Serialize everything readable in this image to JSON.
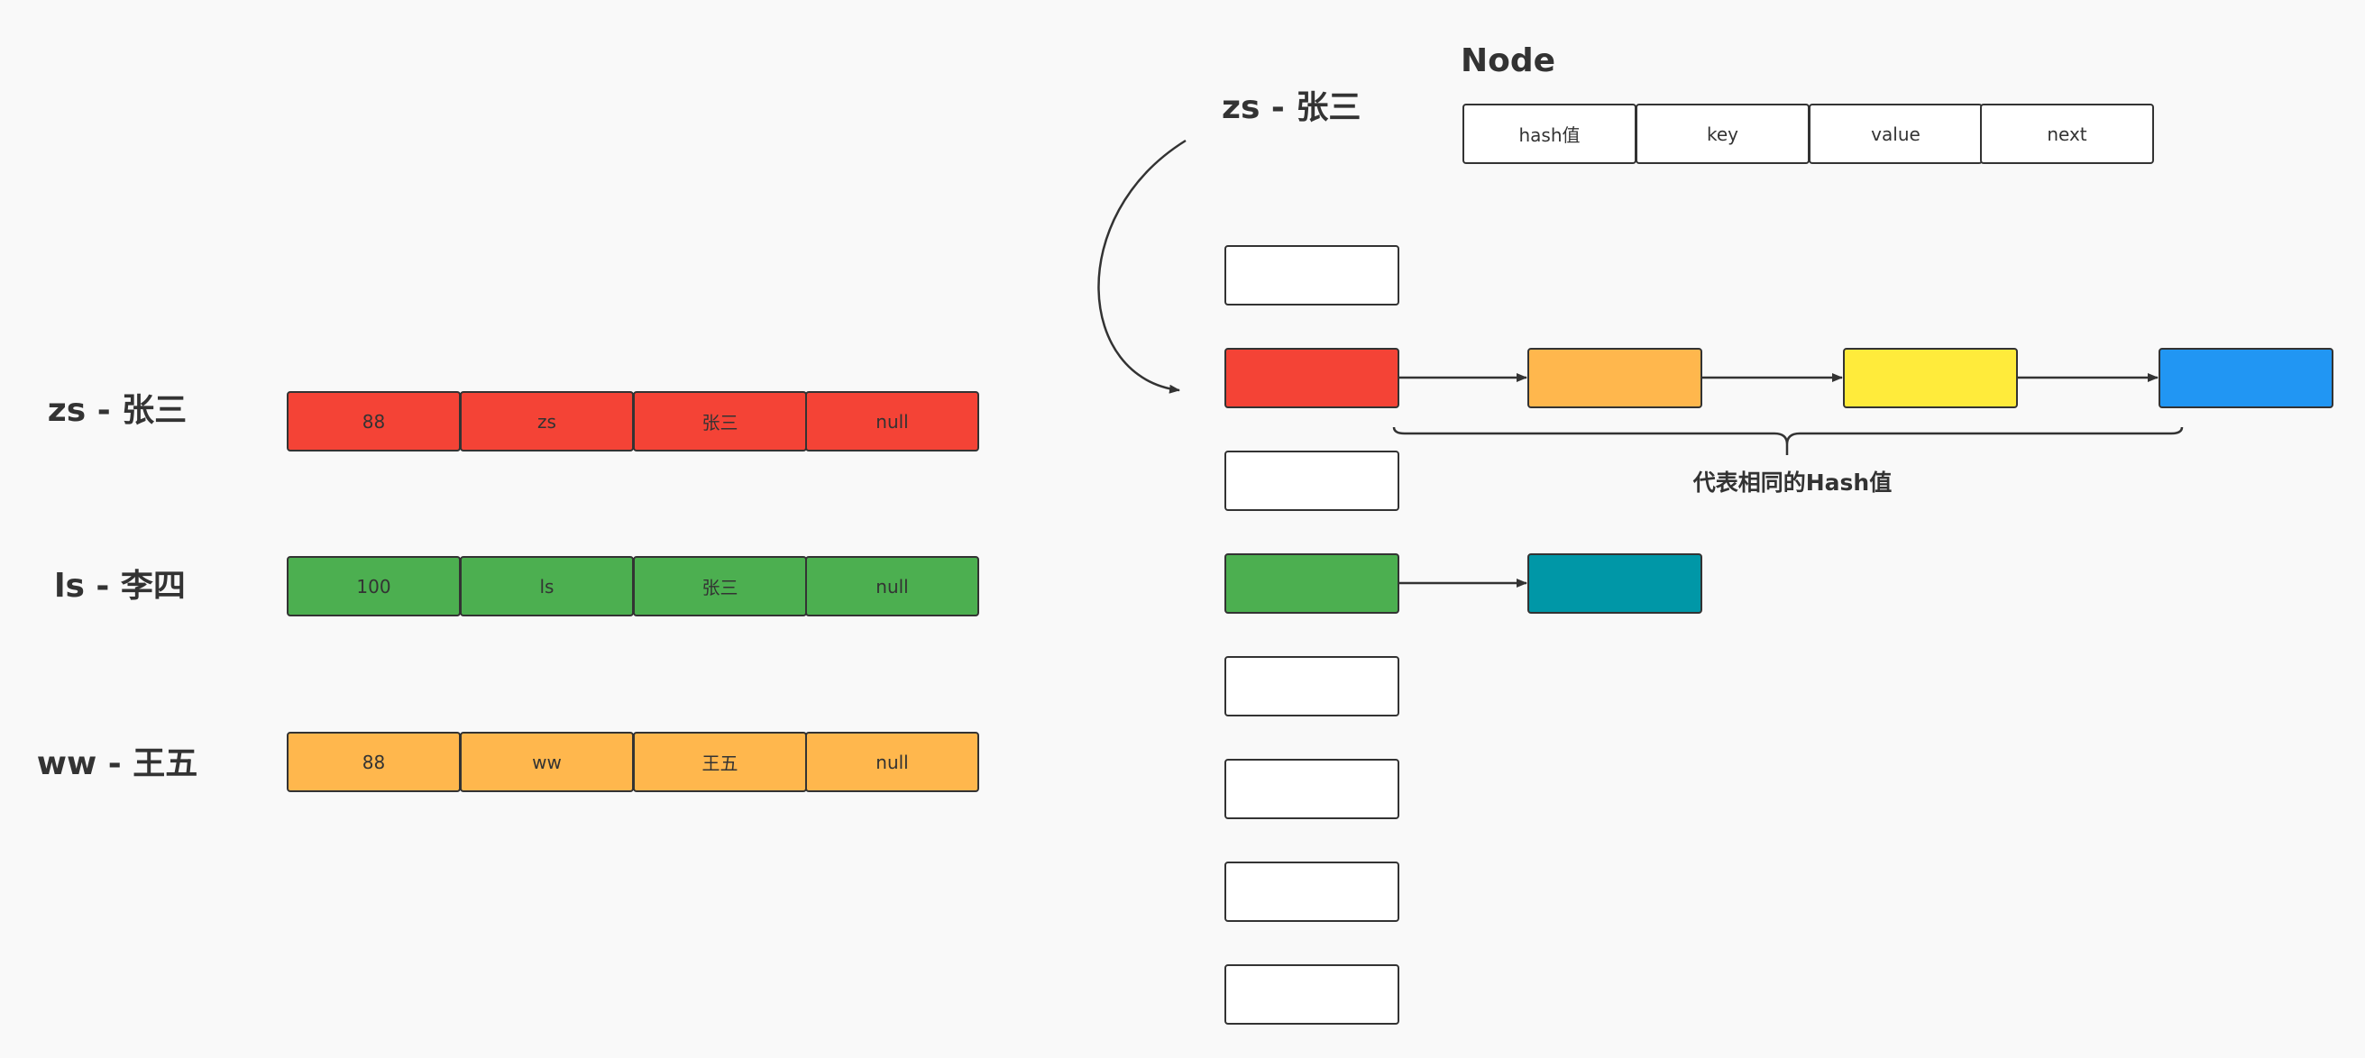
{
  "colors": {
    "red": "#f44336",
    "green": "#4caf50",
    "orange": "#ffb74d",
    "yellow": "#ffeb3b",
    "blue": "#2196f3",
    "teal": "#0097a7",
    "white": "#ffffff",
    "stroke": "#333333"
  },
  "node": {
    "title": "Node",
    "fields": [
      "hash值",
      "key",
      "value",
      "next"
    ]
  },
  "top_label": "zs - 张三",
  "rows": [
    {
      "label": "zs - 张三",
      "cells": [
        "88",
        "zs",
        "张三",
        "null"
      ],
      "color": "#f44336"
    },
    {
      "label": "ls - 李四",
      "cells": [
        "100",
        "ls",
        "张三",
        "null"
      ],
      "color": "#4caf50"
    },
    {
      "label": "ww - 王五",
      "cells": [
        "88",
        "ww",
        "王五",
        "null"
      ],
      "color": "#ffb74d"
    }
  ],
  "buckets": [
    "#ffffff",
    "#f44336",
    "#ffffff",
    "#4caf50",
    "#ffffff",
    "#ffffff",
    "#ffffff",
    "#ffffff"
  ],
  "chains": {
    "bucket_1": [
      "#ffb74d",
      "#ffeb3b",
      "#2196f3"
    ],
    "bucket_3": [
      "#0097a7"
    ]
  },
  "brace_caption": "代表相同的Hash值"
}
